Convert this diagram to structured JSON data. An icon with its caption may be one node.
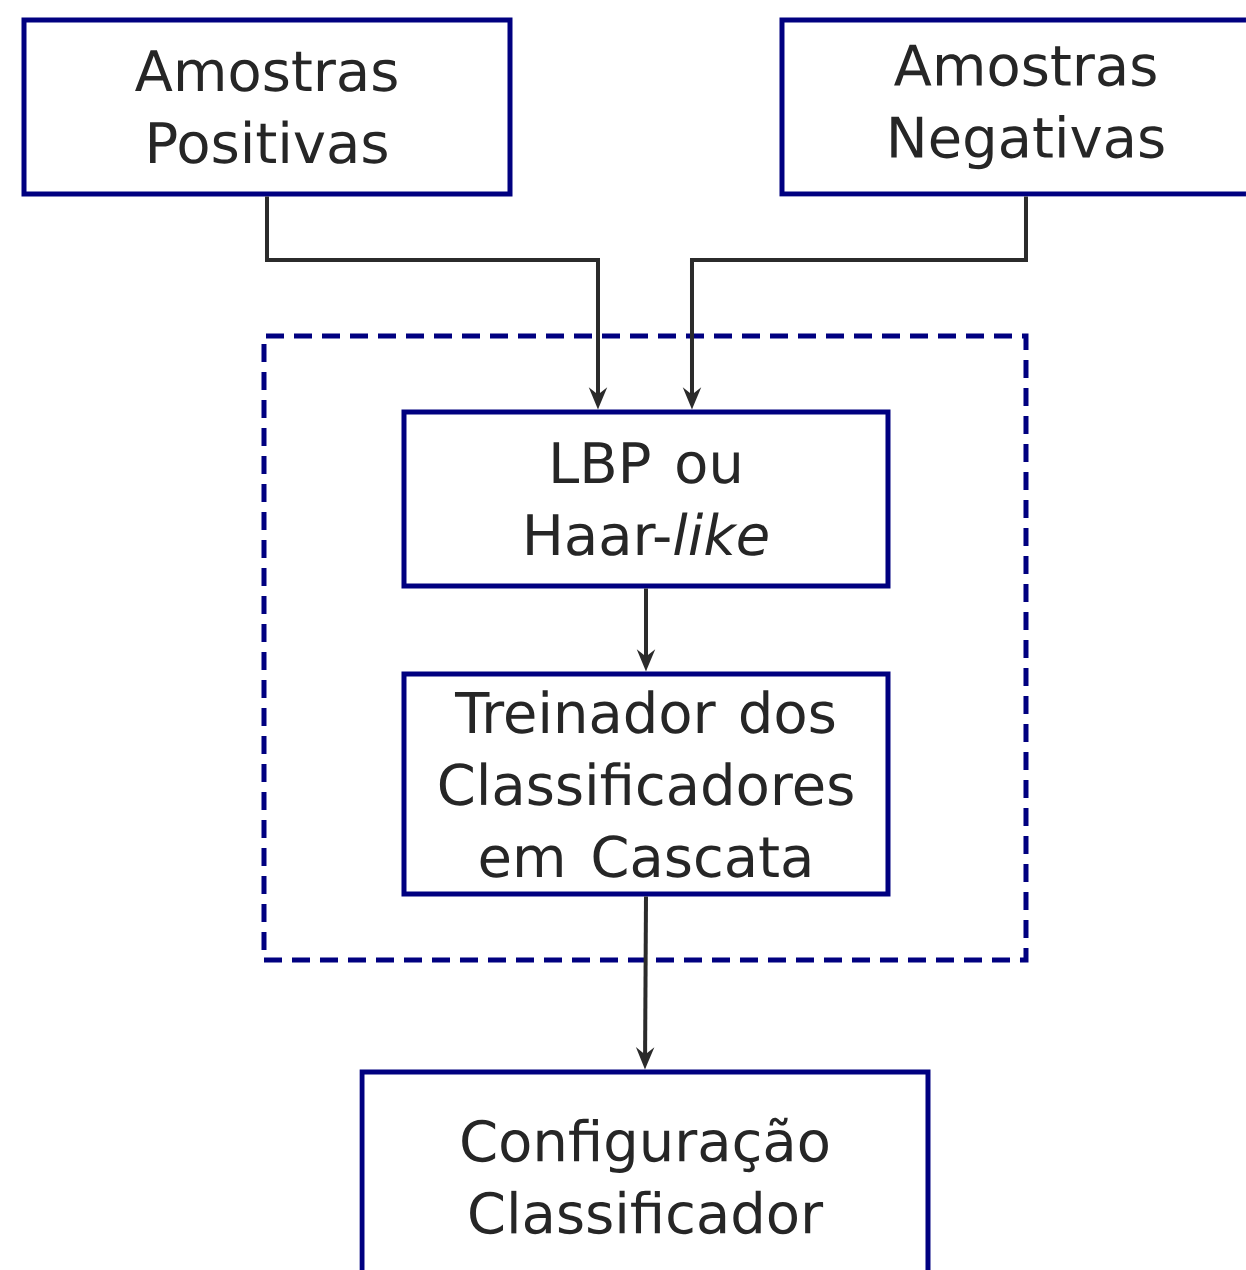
{
  "diagram": {
    "nodes": [
      {
        "text": [
          "Amostras Positivas"
        ]
      },
      {
        "text": [
          "Amostras Negativas"
        ]
      },
      {
        "text": [],
        "shape": "box"
      },
      {
        "text": [
          "LBP ou Haar-*like*"
        ],
        "in": 2
      },
      {
        "text": [
          "Treinador dos Classificadores em Cascata"
        ],
        "in": 2
      },
      {
        "text": [
          "Configuração Classificador"
        ]
      }
    ],
    "edges": [
      {
        "from": 0,
        "to": 3,
        "arrow": "to"
      },
      {
        "from": 1,
        "to": 3,
        "arrow": "to"
      },
      {
        "from": 3,
        "to": 4,
        "arrow": "to"
      },
      {
        "from": 4,
        "to": 5,
        "arrow": "to"
      }
    ]
  }
}
